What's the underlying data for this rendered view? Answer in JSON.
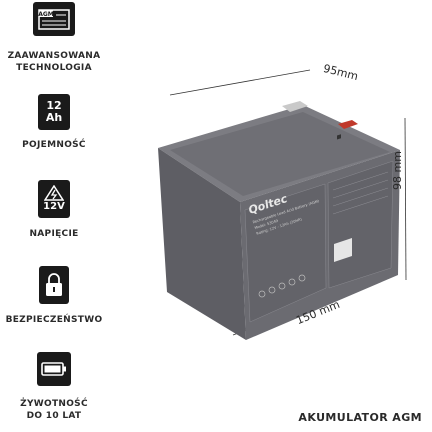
{
  "features": [
    {
      "icon": "agm-document-icon",
      "badge": "AGM",
      "label_lines": [
        "ZAAWANSOWANA",
        "TECHNOLOGIA"
      ]
    },
    {
      "icon": "capacity-icon",
      "value_top": "12",
      "value_bottom": "Ah",
      "label_lines": [
        "POJEMNOŚĆ"
      ]
    },
    {
      "icon": "voltage-warning-icon",
      "value": "12V",
      "label_lines": [
        "NAPIĘCIE"
      ]
    },
    {
      "icon": "lock-icon",
      "label_lines": [
        "BEZPIECZEŃSTWO"
      ]
    },
    {
      "icon": "battery-full-icon",
      "label_lines": [
        "ŻYWOTNOŚĆ",
        "DO 10 LAT"
      ]
    }
  ],
  "dimensions": {
    "depth": "95mm",
    "height": "98 mm",
    "width": "150 mm"
  },
  "battery": {
    "brand": "Qoltec",
    "label_lines": [
      "Rechargeable Lead Acid Battery (AGM)",
      "Model: 53049",
      "Rating: 12V - 12Ah (20HR)"
    ]
  },
  "footer": "AKUMULATOR AGM"
}
